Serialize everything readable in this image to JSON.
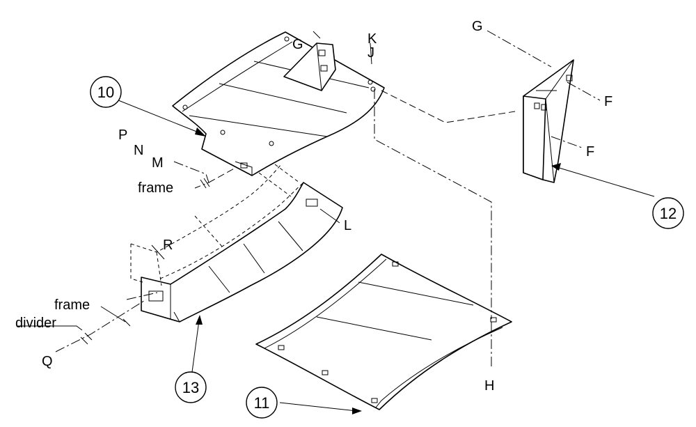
{
  "diagram": {
    "parts": {
      "p10": "10",
      "p11": "11",
      "p12": "12",
      "p13": "13"
    },
    "labels": {
      "G_top": "G",
      "K": "K",
      "J": "J",
      "G_right": "G",
      "F_upper": "F",
      "F_lower": "F",
      "P": "P",
      "N": "N",
      "M": "M",
      "frame_upper": "frame",
      "L": "L",
      "R": "R",
      "frame_lower": "frame",
      "divider": "divider",
      "Q": "Q",
      "H": "H"
    }
  }
}
